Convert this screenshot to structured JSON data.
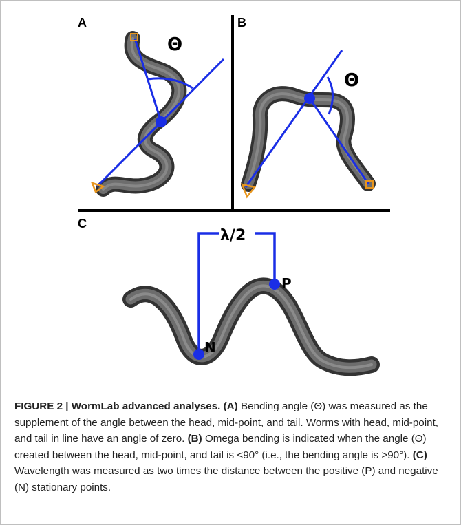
{
  "figure": {
    "panel_a": {
      "letter": "A",
      "theta": "Θ"
    },
    "panel_b": {
      "letter": "B",
      "theta": "Θ"
    },
    "panel_c": {
      "letter": "C",
      "lambda_label": "λ/2",
      "p_label": "P",
      "n_label": "N"
    },
    "colors": {
      "line": "#1a2ee6",
      "marker": "#e8961e",
      "worm": "#555555"
    }
  },
  "caption": {
    "figure_label": "FIGURE 2 | WormLab advanced analyses.",
    "a_ref": "(A)",
    "a_text": "Bending angle (Θ) was measured as the supplement of the angle between the head, mid-point, and tail. Worms with head, mid-point, and tail in line have an angle of zero.",
    "b_ref": "(B)",
    "b_text": "Omega bending is indicated when the angle (Θ) created between the head, mid-point, and tail is <90° (i.e., the bending angle is >90°).",
    "c_ref": "(C)",
    "c_text": "Wavelength was measured as two times the distance between the positive (P) and negative (N) stationary points."
  }
}
